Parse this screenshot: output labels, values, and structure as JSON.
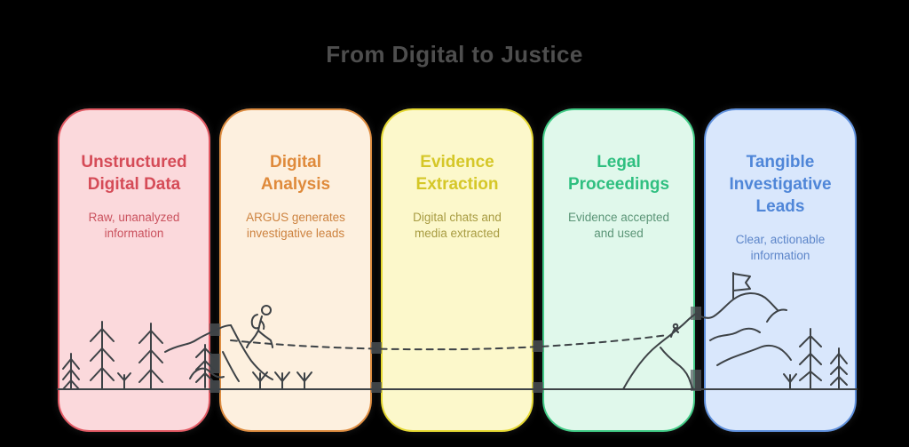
{
  "title": "From Digital to Justice",
  "title_color": "#4e4e4e",
  "background_color": "#000000",
  "cards": [
    {
      "id": "unstructured-digital-data",
      "title": "Unstructured Digital Data",
      "subtitle": "Raw, unanalyzed information",
      "colors": {
        "bg": "#fbd9dc",
        "border": "#e25a64",
        "title": "#d54b57",
        "subtitle": "#ca525e"
      }
    },
    {
      "id": "digital-analysis",
      "title": "Digital Analysis",
      "subtitle": "ARGUS generates investigative leads",
      "colors": {
        "bg": "#fdf0df",
        "border": "#dd8c40",
        "title": "#df8a3b",
        "subtitle": "#cd8340"
      }
    },
    {
      "id": "evidence-extraction",
      "title": "Evidence Extraction",
      "subtitle": "Digital chats and media extracted",
      "colors": {
        "bg": "#fcf8cb",
        "border": "#e5d832",
        "title": "#d5c728",
        "subtitle": "#a89c42"
      }
    },
    {
      "id": "legal-proceedings",
      "title": "Legal Proceedings",
      "subtitle": "Evidence accepted and used",
      "colors": {
        "bg": "#e0f8eb",
        "border": "#41cb86",
        "title": "#2fbf80",
        "subtitle": "#5b9577"
      }
    },
    {
      "id": "tangible-investigative-leads",
      "title": "Tangible Investigative Leads",
      "subtitle": "Clear, actionable information",
      "colors": {
        "bg": "#d9e7fc",
        "border": "#5f90dc",
        "title": "#4f86d8",
        "subtitle": "#5c85c9"
      }
    }
  ],
  "illustration": {
    "stroke_color": "#3d4246",
    "ground_color": "#34383b",
    "rock_color": "#585858",
    "elements": [
      "pine-trees-left",
      "shrubs",
      "hill",
      "hiker-with-backpack",
      "dashed-trail",
      "mountain-ridge",
      "climber-mark",
      "summit-flag",
      "pine-trees-right",
      "ground-line",
      "rock-left-edge",
      "rock-right-edge"
    ]
  }
}
